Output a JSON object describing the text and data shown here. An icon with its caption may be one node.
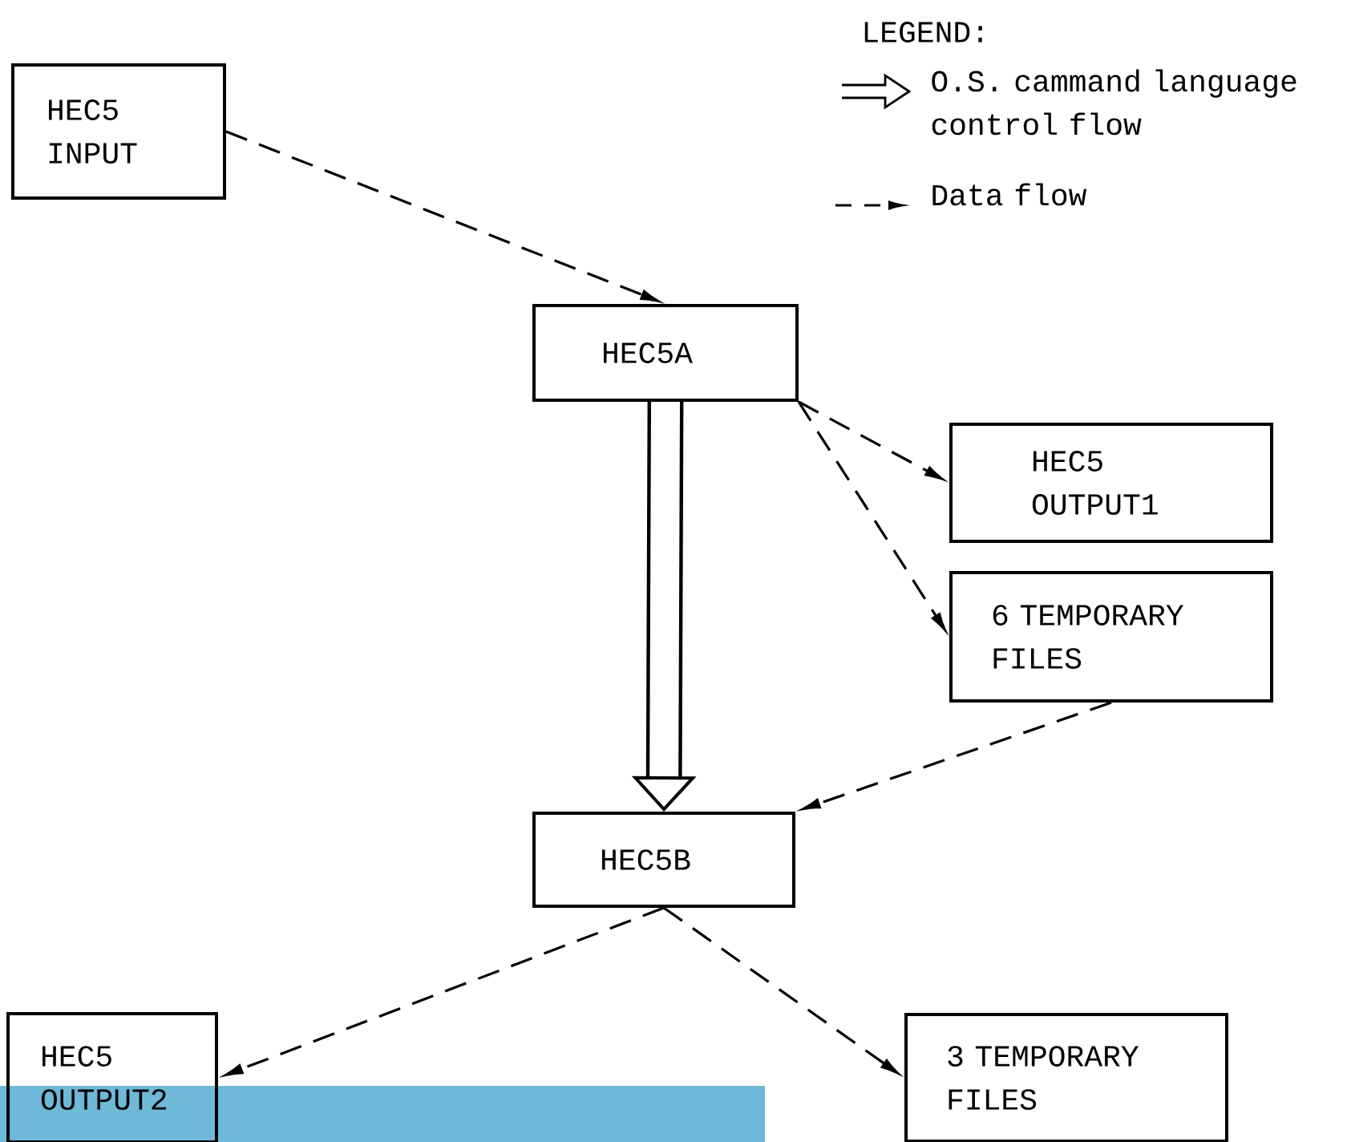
{
  "diagram": {
    "nodes": [
      {
        "text": [
          "HEC5 INPUT"
        ]
      },
      {
        "text": [
          "HEC5A"
        ]
      },
      {
        "text": [
          "HEC5 OUTPUT1"
        ]
      },
      {
        "text": [
          "6 TEMPORARY FILES"
        ]
      },
      {
        "text": [
          "HEC5B"
        ]
      },
      {
        "text": [
          "HEC5 OUTPUT2"
        ]
      },
      {
        "text": [
          "3 TEMPORARY FILES"
        ]
      }
    ],
    "edges": [
      {
        "from": 0,
        "to": 1,
        "arrow": "to",
        "style": "dashed"
      },
      {
        "from": 1,
        "to": 2,
        "arrow": "to",
        "style": "dashed"
      },
      {
        "from": 1,
        "to": 3,
        "arrow": "to",
        "style": "dashed"
      },
      {
        "from": 1,
        "to": 4,
        "arrow": "to",
        "style": "thick"
      },
      {
        "from": 3,
        "to": 4,
        "arrow": "to",
        "style": "dashed"
      },
      {
        "from": 4,
        "to": 5,
        "arrow": "to",
        "style": "dashed"
      },
      {
        "from": 4,
        "to": 6,
        "arrow": "to",
        "style": "dashed"
      }
    ],
    "labels": [
      "LEGEND:"
    ],
    "legend": [
      {
        "text": "O.S. cammand language control flow"
      },
      {
        "text": "Data flow"
      }
    ]
  }
}
